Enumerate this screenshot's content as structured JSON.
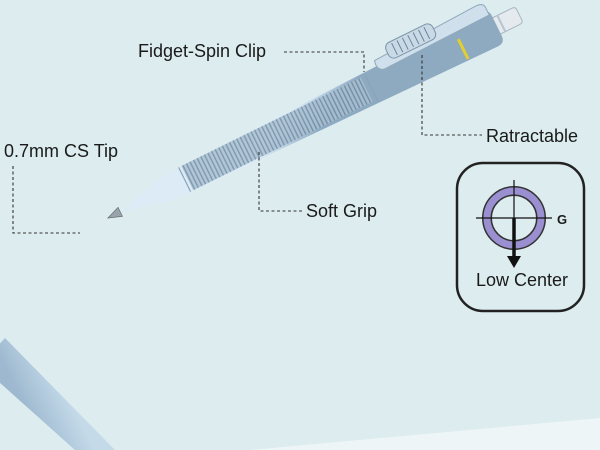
{
  "callouts": {
    "clip": "Fidget-Spin Clip",
    "retract": "Ratractable",
    "tip": "0.7mm CS Tip",
    "grip": "Soft Grip"
  },
  "inset": {
    "label": "Low Center",
    "marker": "G"
  },
  "colors": {
    "background": "#dcecef",
    "pen_body": "#b5cee0",
    "ring_accent": "#9a8fd0",
    "band_accent": "#e2cf2e",
    "text": "#1a1a1a"
  }
}
